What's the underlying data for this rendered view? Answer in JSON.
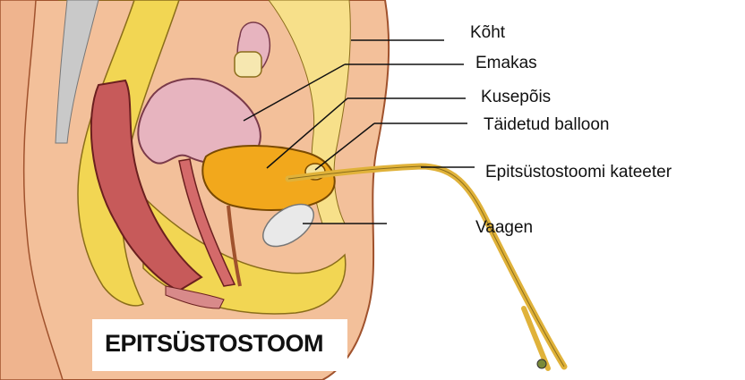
{
  "labels": {
    "koht": "Kõht",
    "emakas": "Emakas",
    "kusepois": "Kusepõis",
    "balloon": "Täidetud balloon",
    "kateeter": "Epitsüstostoomi kateeter",
    "vaagen": "Vaagen"
  },
  "title": "EPITSÜSTOSTOOM",
  "colors": {
    "skin": "#f3c09a",
    "bone_yellow": "#f2d653",
    "bladder": "#f2a81c",
    "uterus": "#e7b4bf",
    "rectum": "#c75a5a",
    "catheter": "#e0b23a"
  }
}
